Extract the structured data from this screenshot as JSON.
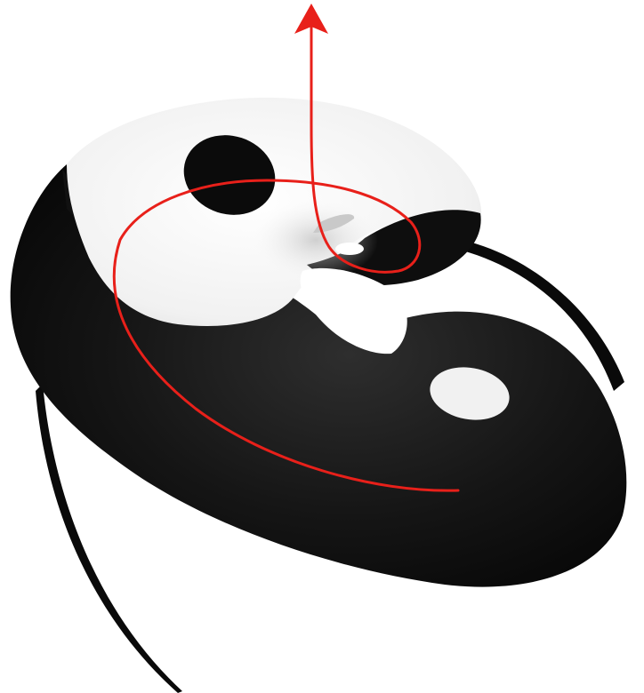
{
  "figure": {
    "background": "#ffffff",
    "colors": {
      "dark_surface": "#0d0d0d",
      "light_surface": "#f3f3f3",
      "hole": "#ffffff",
      "arrow": "#e8201a"
    },
    "elements": [
      "yin-yang-twisted-surface",
      "dark-lobe",
      "light-lobe",
      "black-spot",
      "white-spot",
      "central-hole",
      "red-spiral-arrow"
    ]
  }
}
